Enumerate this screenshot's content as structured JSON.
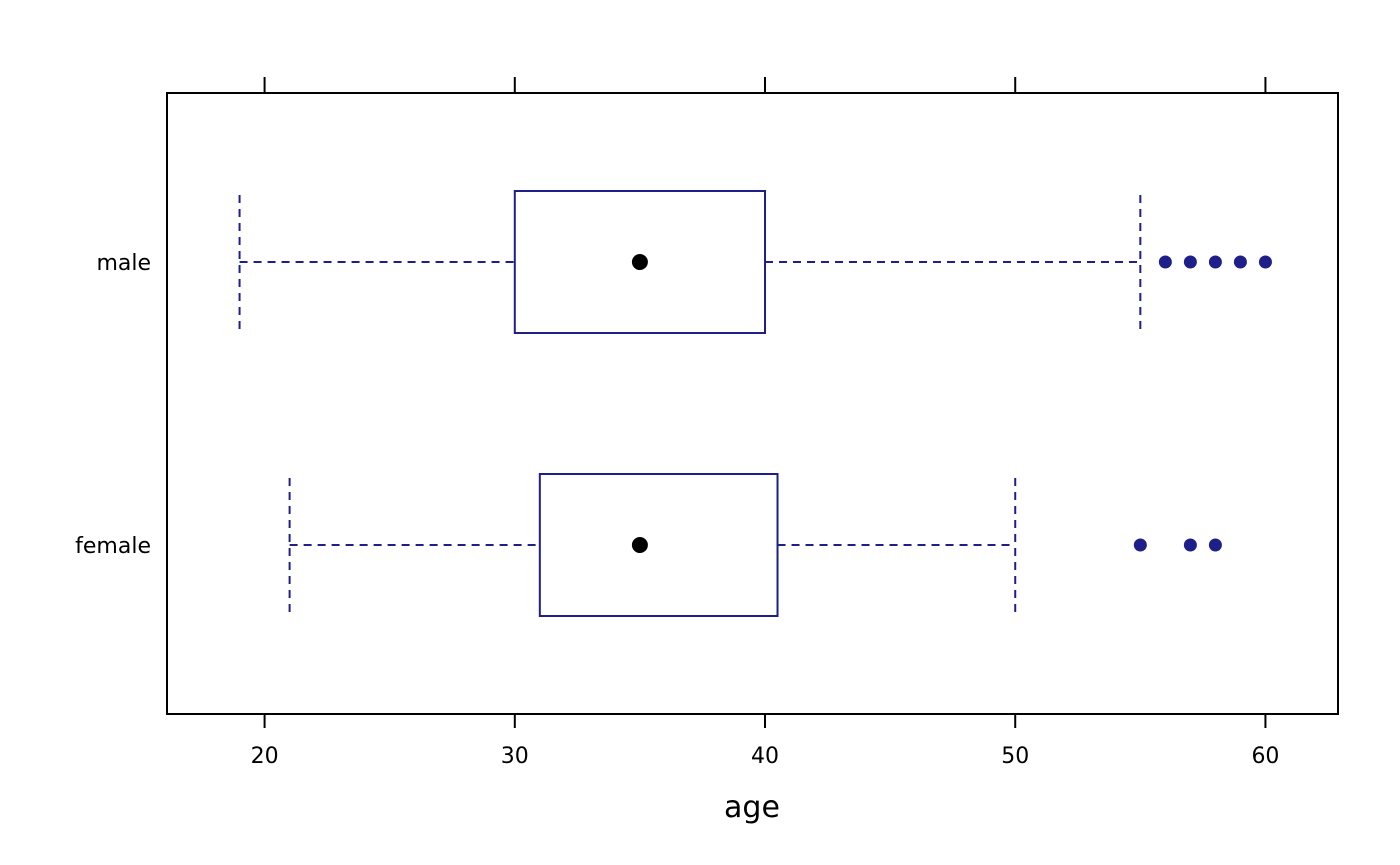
{
  "chart_data": {
    "type": "boxplot",
    "orientation": "horizontal",
    "title": "",
    "xlabel": "age",
    "ylabel": "",
    "xlim": [
      16.1,
      62.9
    ],
    "x_ticks": [
      20,
      30,
      40,
      50,
      60
    ],
    "grid": false,
    "legend": "none",
    "categories": [
      "female",
      "male"
    ],
    "series": [
      {
        "category": "female",
        "whisker_low": 21,
        "q1": 31,
        "median": 35,
        "q3": 40.5,
        "whisker_high": 50,
        "outliers": [
          55,
          57,
          58
        ]
      },
      {
        "category": "male",
        "whisker_low": 19,
        "q1": 30,
        "median": 35,
        "q3": 40,
        "whisker_high": 55,
        "outliers": [
          56,
          57,
          58,
          59,
          60
        ]
      }
    ],
    "colors": {
      "box": "#1f1f8a",
      "median_dot": "#000000",
      "outlier": "#1f1f8a",
      "frame": "#000000"
    }
  }
}
